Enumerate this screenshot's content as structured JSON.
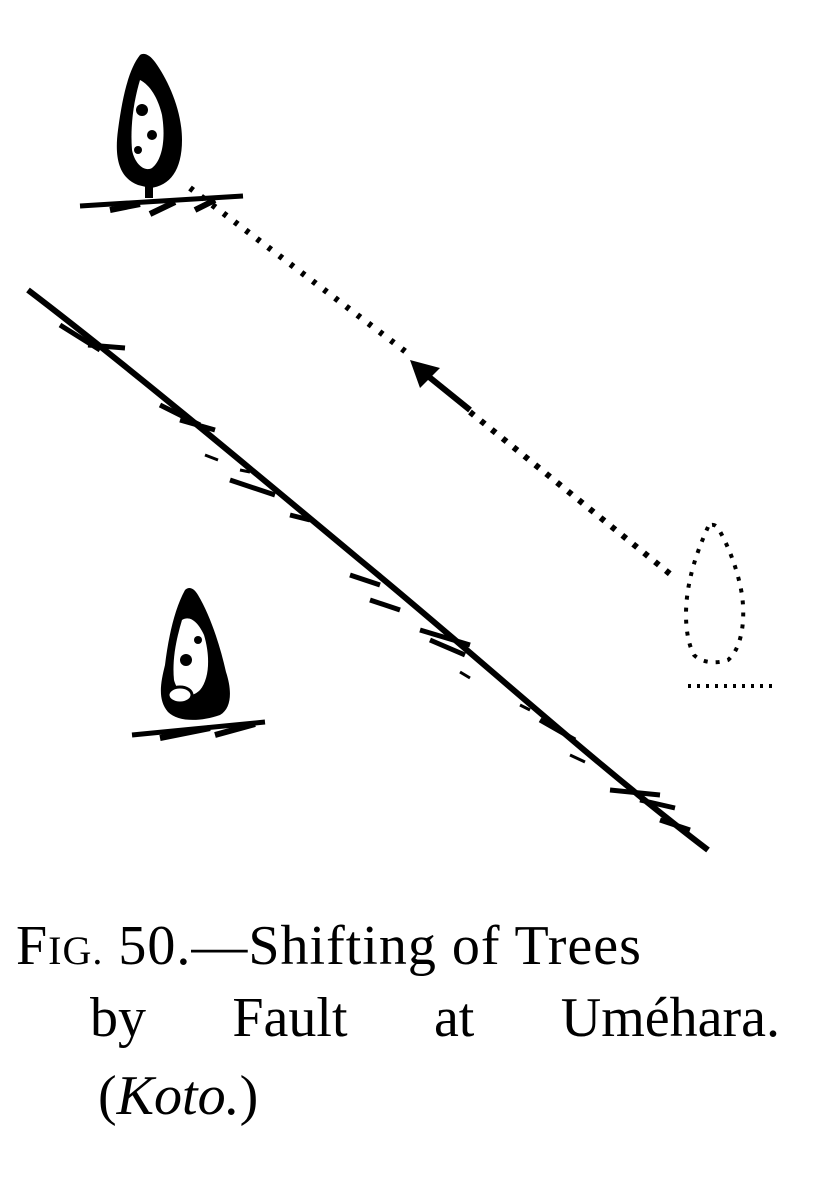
{
  "caption": {
    "fig_prefix_big": "F",
    "fig_prefix_small": "IG.",
    "fig_number": "50.",
    "line1_rest": "—Shifting of Trees",
    "line2_words": [
      "by",
      "Fault",
      "at",
      "Uméhara."
    ],
    "line3_open": "(",
    "line3_author": "Koto.",
    "line3_close": ")"
  }
}
